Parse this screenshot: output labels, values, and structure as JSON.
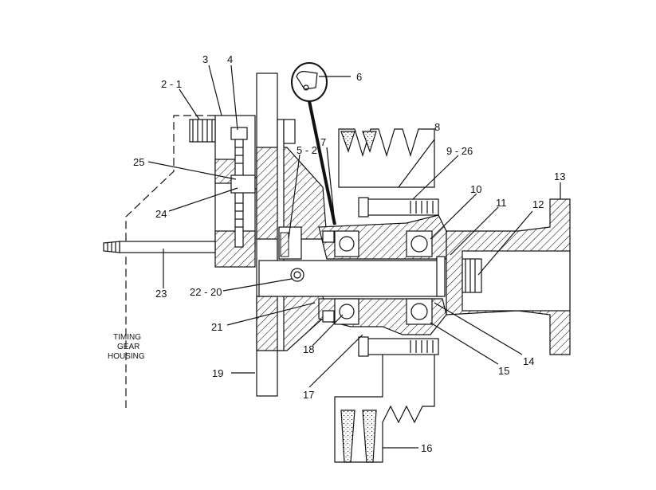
{
  "callouts": {
    "c2_1": "2 - 1",
    "c3": "3",
    "c4": "4",
    "c5_2": "5 - 2",
    "c6": "6",
    "c7": "7",
    "c8": "8",
    "c9_26": "9 - 26",
    "c10": "10",
    "c11": "11",
    "c12": "12",
    "c13": "13",
    "c14": "14",
    "c15": "15",
    "c16": "16",
    "c17": "17",
    "c18": "18",
    "c19": "19",
    "c21": "21",
    "c22_20": "22 - 20",
    "c23": "23",
    "c24": "24",
    "c25": "25"
  },
  "housing_label": {
    "line1": "TIMING",
    "line2": "GEAR",
    "line3": "HOUSING"
  }
}
